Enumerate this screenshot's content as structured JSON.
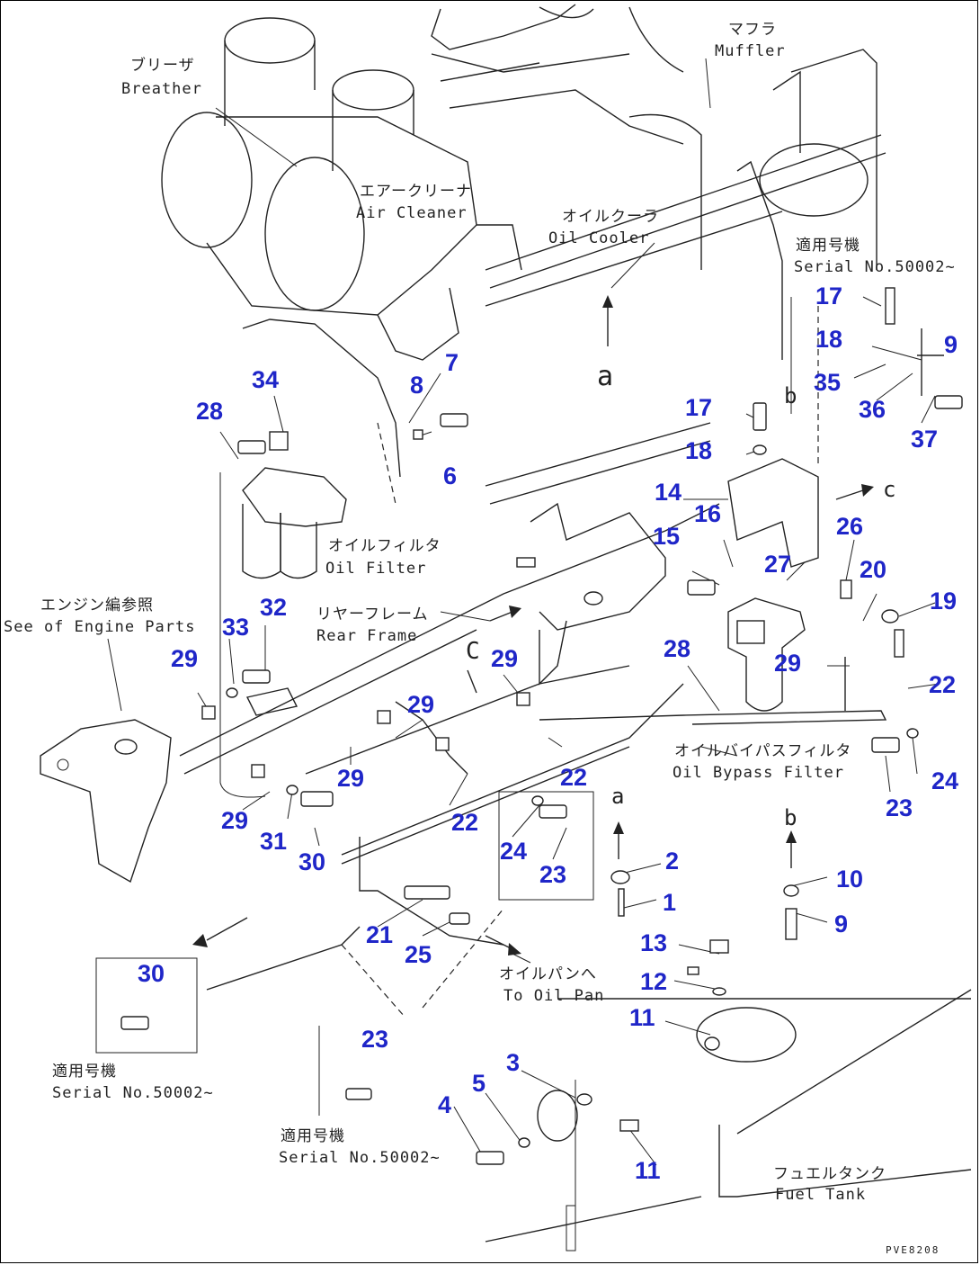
{
  "labels": {
    "breather_jp": "ブリーザ",
    "breather_en": "Breather",
    "muffler_jp": "マフラ",
    "muffler_en": "Muffler",
    "air_cleaner_jp": "エアークリーナ",
    "air_cleaner_en": "Air Cleaner",
    "oil_cooler_jp": "オイルクーラ",
    "oil_cooler_en": "Oil Cooler",
    "serial_jp": "適用号機",
    "serial_top_en": "Serial No.50002~",
    "oil_filter_jp": "オイルフィルタ",
    "oil_filter_en": "Oil Filter",
    "engine_parts_jp": "エンジン編参照",
    "engine_parts_en": "See of Engine Parts",
    "rear_frame_jp": "リヤーフレーム",
    "rear_frame_en": "Rear Frame",
    "bypass_jp": "オイルバイパスフィルタ",
    "bypass_en": "Oil Bypass Filter",
    "oil_pan_jp": "オイルパンへ",
    "oil_pan_en": "To Oil Pan",
    "serial_left_en": "Serial No.50002~",
    "serial_bottom_en": "Serial No.50002~",
    "fuel_tank_jp": "フュエルタンク",
    "fuel_tank_en": "Fuel Tank",
    "drawing_code": "PVE8208"
  },
  "view_letters": {
    "a_main": "a",
    "b_main": "b",
    "c_arrow": "c",
    "c_rear": "C",
    "a_small": "a",
    "b_small": "b"
  },
  "callouts": {
    "c1": "1",
    "c2": "2",
    "c3": "3",
    "c4": "4",
    "c5": "5",
    "c6": "6",
    "c7": "7",
    "c8": "8",
    "c9a": "9",
    "c9b": "9",
    "c10": "10",
    "c11a": "11",
    "c11b": "11",
    "c12": "12",
    "c13": "13",
    "c14": "14",
    "c15": "15",
    "c16": "16",
    "c17a": "17",
    "c17b": "17",
    "c18a": "18",
    "c18b": "18",
    "c19": "19",
    "c20": "20",
    "c21": "21",
    "c22a": "22",
    "c22b": "22",
    "c22c": "22",
    "c23a": "23",
    "c23b": "23",
    "c23c": "23",
    "c24a": "24",
    "c24b": "24",
    "c25": "25",
    "c26": "26",
    "c27": "27",
    "c28a": "28",
    "c28b": "28",
    "c29a": "29",
    "c29b": "29",
    "c29c": "29",
    "c29d": "29",
    "c29e": "29",
    "c29f": "29",
    "c30a": "30",
    "c30b": "30",
    "c31": "31",
    "c32": "32",
    "c33": "33",
    "c34": "34",
    "c35": "35",
    "c36": "36",
    "c37": "37"
  },
  "colors": {
    "callout": "#1f26c8",
    "line": "#222222",
    "background": "#ffffff"
  }
}
